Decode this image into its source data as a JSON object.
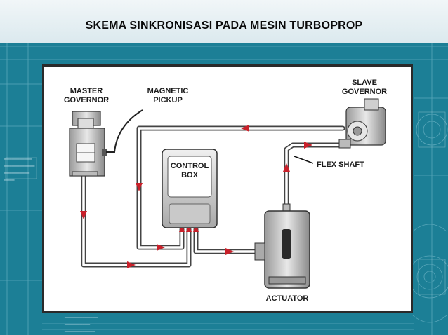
{
  "slide": {
    "title": "SKEMA SINKRONISASI PADA MESIN TURBOPROP"
  },
  "diagram": {
    "labels": {
      "master_governor_line1": "MASTER",
      "master_governor_line2": "GOVERNOR",
      "magnetic_pickup_line1": "MAGNETIC",
      "magnetic_pickup_line2": "PICKUP",
      "slave_governor_line1": "SLAVE",
      "slave_governor_line2": "GOVERNOR",
      "control_box_line1": "CONTROL",
      "control_box_line2": "BOX",
      "flex_shaft": "FLEX SHAFT",
      "actuator": "ACTUATOR"
    },
    "colors": {
      "arrow": "#c8202a",
      "line": "#333333",
      "background": "#1c7f96",
      "title_band": "#e6f0f3"
    }
  }
}
